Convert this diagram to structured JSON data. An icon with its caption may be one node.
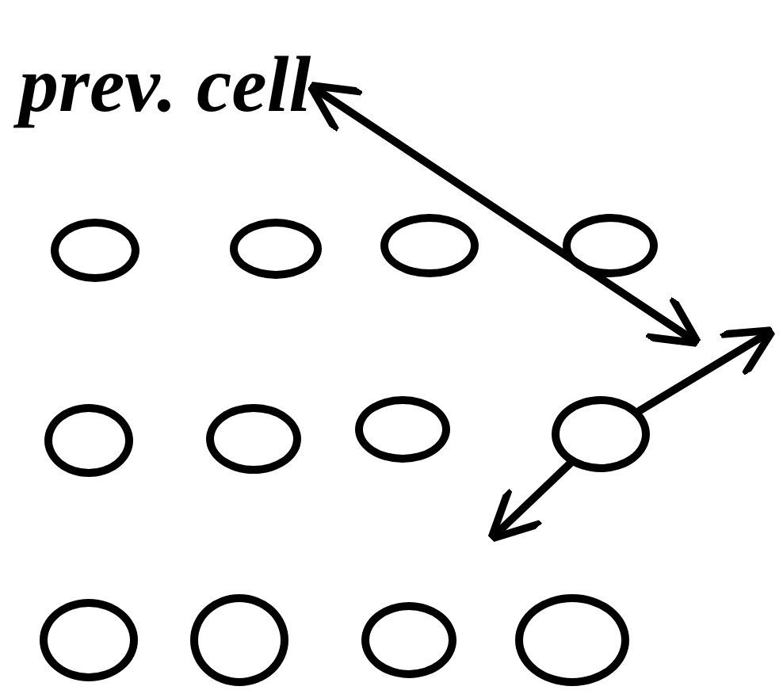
{
  "diagram": {
    "nodes": [
      {
        "text": [
          "prev. cell"
        ]
      },
      {
        "text": [],
        "shape": "circle"
      },
      {
        "text": [],
        "shape": "circle"
      },
      {
        "text": [],
        "shape": "circle"
      },
      {
        "text": [],
        "shape": "circle"
      },
      {
        "text": [],
        "shape": "circle"
      },
      {
        "text": [],
        "shape": "circle"
      },
      {
        "text": [],
        "shape": "circle"
      },
      {
        "text": [],
        "shape": "circle"
      },
      {
        "text": [],
        "shape": "circle"
      },
      {
        "text": [],
        "shape": "circle"
      },
      {
        "text": [],
        "shape": "circle"
      },
      {
        "text": [],
        "shape": "circle"
      }
    ],
    "edges": [
      {
        "from": 0,
        "to": null,
        "arrow": "both"
      },
      {
        "from": 8,
        "to": null,
        "arrow": "to"
      },
      {
        "from": 8,
        "to": null,
        "arrow": "to"
      }
    ]
  }
}
